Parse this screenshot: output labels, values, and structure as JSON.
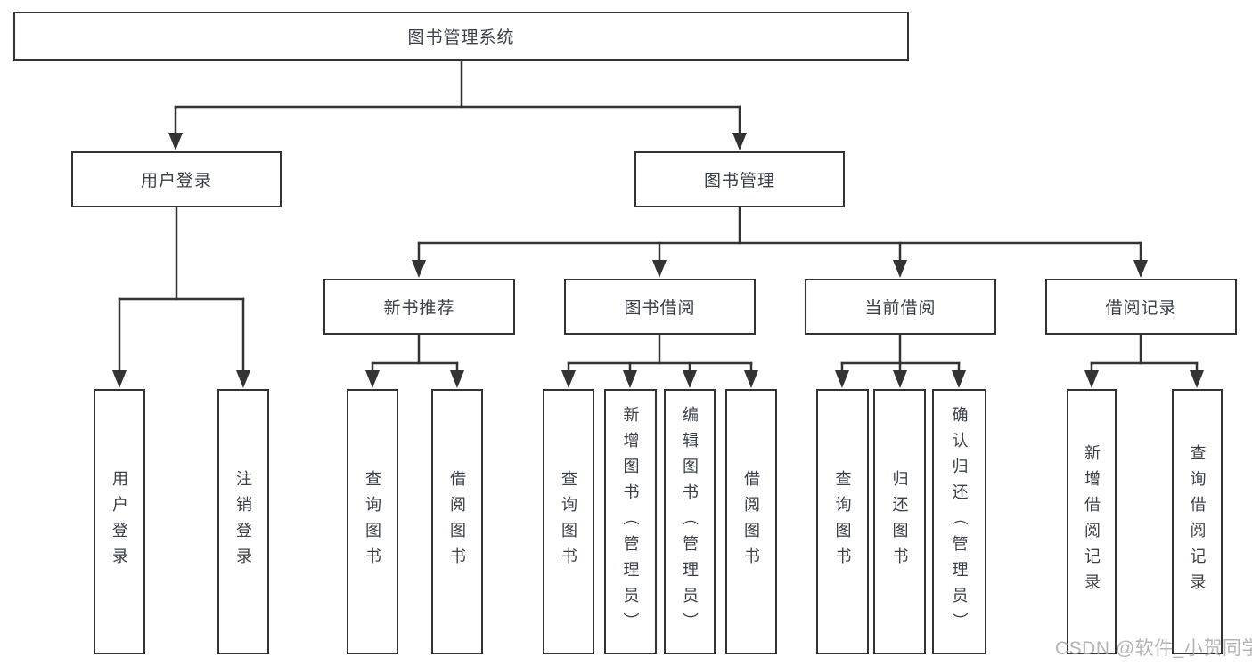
{
  "tree": {
    "label": "图书管理系统",
    "children": [
      {
        "label": "用户登录",
        "children": [
          {
            "label": "用户登录"
          },
          {
            "label": "注销登录"
          }
        ]
      },
      {
        "label": "图书管理",
        "children": [
          {
            "label": "新书推荐",
            "children": [
              {
                "label": "查询图书"
              },
              {
                "label": "借阅图书"
              }
            ]
          },
          {
            "label": "图书借阅",
            "children": [
              {
                "label": "查询图书"
              },
              {
                "label": "新增图书（管理员）"
              },
              {
                "label": "编辑图书（管理员）"
              },
              {
                "label": "借阅图书"
              }
            ]
          },
          {
            "label": "当前借阅",
            "children": [
              {
                "label": "查询图书"
              },
              {
                "label": "归还图书"
              },
              {
                "label": "确认归还（管理员）"
              }
            ]
          },
          {
            "label": "借阅记录",
            "children": [
              {
                "label": "新增借阅记录"
              },
              {
                "label": "查询借阅记录"
              }
            ]
          }
        ]
      }
    ]
  },
  "watermark": {
    "text": "CSDN @软件_小贺同学"
  },
  "colors": {
    "line": "#333333",
    "text": "#3b4048",
    "box_background": "#ffffff",
    "watermark": "#a9a9a9"
  }
}
